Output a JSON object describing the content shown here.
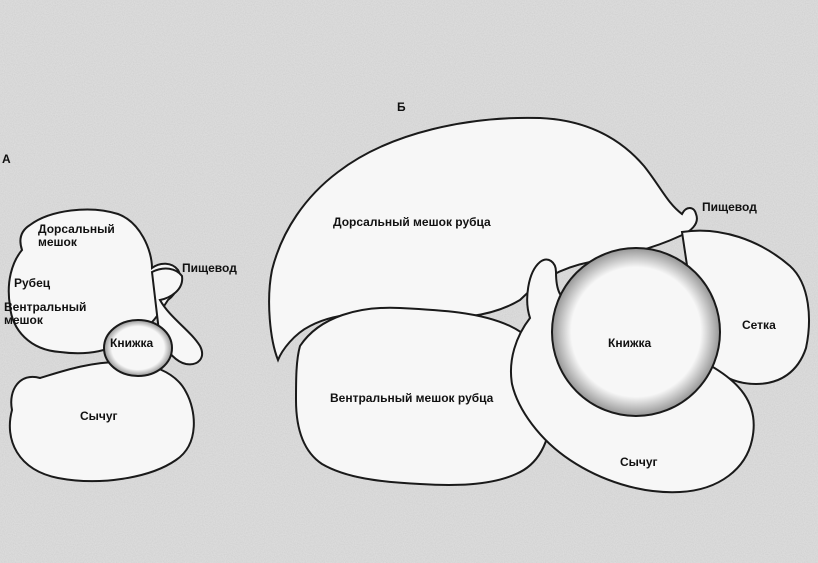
{
  "colors": {
    "paper": "#dcdcdc",
    "organ_fill": "#f7f7f7",
    "outline": "#1a1a1a",
    "shadow": "#6a6a6a",
    "text": "#111111"
  },
  "figure_a": {
    "mark": "А",
    "labels": {
      "dorsal_sac": "Дорсальный\nмешок",
      "rumen": "Рубец",
      "ventral_sac": "Вентральный\nмешок",
      "esophagus": "Пищевод",
      "omasum": "Книжка",
      "abomasum": "Сычуг"
    }
  },
  "figure_b": {
    "mark": "Б",
    "labels": {
      "dorsal_sac": "Дорсальный мешок рубца",
      "esophagus": "Пищевод",
      "omasum": "Книжка",
      "reticulum": "Сетка",
      "ventral_sac": "Вентральный мешок рубца",
      "abomasum": "Сычуг"
    }
  }
}
